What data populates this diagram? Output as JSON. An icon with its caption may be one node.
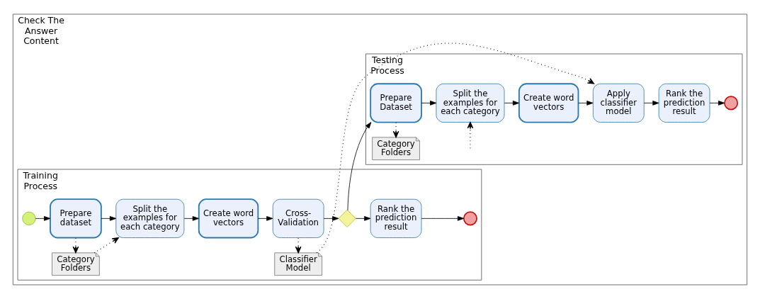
{
  "diagram": {
    "nodes": [
      {
        "text": [
          "Check The Answer Content"
        ]
      },
      {
        "text": [
          "Training Process"
        ],
        "in": 0
      },
      {
        "text": [
          "Testing Process"
        ],
        "in": 0
      },
      {
        "text": [],
        "shape": "circle",
        "in": 1
      },
      {
        "text": [
          "Prepare dataset"
        ],
        "in": 1
      },
      {
        "text": [
          "Split the examples for each category"
        ],
        "in": 1
      },
      {
        "text": [
          "Create word vectors"
        ],
        "in": 1
      },
      {
        "text": [
          "Cross-Validation"
        ],
        "in": 1
      },
      {
        "text": [],
        "shape": "diamond",
        "in": 1
      },
      {
        "text": [
          "Rank the prediction result"
        ],
        "in": 1
      },
      {
        "text": [],
        "shape": "circle",
        "in": 1
      },
      {
        "text": [
          "Category Folders"
        ],
        "in": 1
      },
      {
        "text": [
          "Classifier Model"
        ],
        "in": 1
      },
      {
        "text": [
          "Prepare Dataset"
        ],
        "in": 2
      },
      {
        "text": [
          "Split the examples for each category"
        ],
        "in": 2
      },
      {
        "text": [
          "Create word vectors"
        ],
        "in": 2
      },
      {
        "text": [
          "Apply classifier model"
        ],
        "in": 2
      },
      {
        "text": [
          "Rank the prediction result"
        ],
        "in": 2
      },
      {
        "text": [],
        "shape": "circle",
        "in": 2
      },
      {
        "text": [
          "Category Folders"
        ],
        "in": 2
      }
    ],
    "edges": [
      {
        "from": 3,
        "to": 4,
        "arrow": "to"
      },
      {
        "from": 4,
        "to": 5,
        "arrow": "to"
      },
      {
        "from": 5,
        "to": 6,
        "arrow": "to"
      },
      {
        "from": 6,
        "to": 7,
        "arrow": "to"
      },
      {
        "from": 7,
        "to": 8,
        "arrow": "to"
      },
      {
        "from": 8,
        "to": 9,
        "arrow": "to"
      },
      {
        "from": 9,
        "to": 10,
        "arrow": "to"
      },
      {
        "from": 4,
        "to": 11,
        "arrow": "to",
        "style": "dashed"
      },
      {
        "from": 11,
        "to": 5,
        "arrow": "to",
        "style": "dashed"
      },
      {
        "from": 7,
        "to": 12,
        "arrow": "to",
        "style": "dashed"
      },
      {
        "from": 12,
        "to": 16,
        "arrow": "to",
        "style": "dashed"
      },
      {
        "from": 8,
        "to": 13,
        "arrow": "to"
      },
      {
        "from": 13,
        "to": 19,
        "arrow": "to",
        "style": "dashed"
      },
      {
        "from": null,
        "to": 14,
        "arrow": "to",
        "style": "dashed"
      },
      {
        "from": 13,
        "to": 14,
        "arrow": "to"
      },
      {
        "from": 14,
        "to": 15,
        "arrow": "to"
      },
      {
        "from": 15,
        "to": 16,
        "arrow": "to"
      },
      {
        "from": 16,
        "to": 17,
        "arrow": "to"
      },
      {
        "from": 17,
        "to": 18,
        "arrow": "to"
      }
    ]
  }
}
